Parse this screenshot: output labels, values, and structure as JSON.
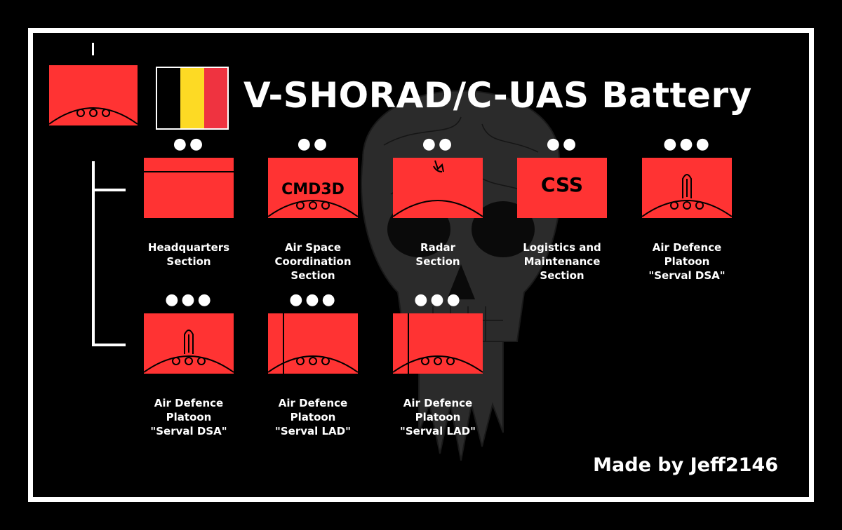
{
  "title": "V-SHORAD/C-UAS Battery",
  "credit": "Made by Jeff2146",
  "colors": {
    "background": "#000000",
    "frame": "#ffffff",
    "unit_fill": "#ff3333",
    "flag_black": "#000000",
    "flag_yellow": "#fdda24",
    "flag_red": "#ef3340"
  },
  "parent": {
    "echelon": "I",
    "symbol": "air-defence-battery-icon"
  },
  "units": [
    {
      "echelon": "●●",
      "inner_text": "",
      "symbol": "headquarters-icon",
      "caption": [
        "Headquarters",
        "Section"
      ]
    },
    {
      "echelon": "●●",
      "inner_text": "CMD3D",
      "symbol": "air-space-coordination-icon",
      "caption": [
        "Air Space",
        "Coordination",
        "Section"
      ]
    },
    {
      "echelon": "●●",
      "inner_text": "",
      "symbol": "radar-icon",
      "caption": [
        "Radar",
        "Section"
      ]
    },
    {
      "echelon": "●●",
      "inner_text": "CSS",
      "symbol": "logistics-icon",
      "caption": [
        "Logistics and",
        "Maintenance",
        "Section"
      ]
    },
    {
      "echelon": "●●●",
      "inner_text": "",
      "symbol": "air-defence-missile-icon",
      "caption": [
        "Air Defence",
        "Platoon",
        "\"Serval DSA\""
      ]
    },
    {
      "echelon": "●●●",
      "inner_text": "",
      "symbol": "air-defence-missile-icon",
      "caption": [
        "Air Defence",
        "Platoon",
        "\"Serval DSA\""
      ]
    },
    {
      "echelon": "●●●",
      "inner_text": "",
      "symbol": "air-defence-gun-icon",
      "caption": [
        "Air Defence",
        "Platoon",
        "\"Serval LAD\""
      ]
    },
    {
      "echelon": "●●●",
      "inner_text": "",
      "symbol": "air-defence-gun-icon",
      "caption": [
        "Air Defence",
        "Platoon",
        "\"Serval LAD\""
      ]
    }
  ]
}
